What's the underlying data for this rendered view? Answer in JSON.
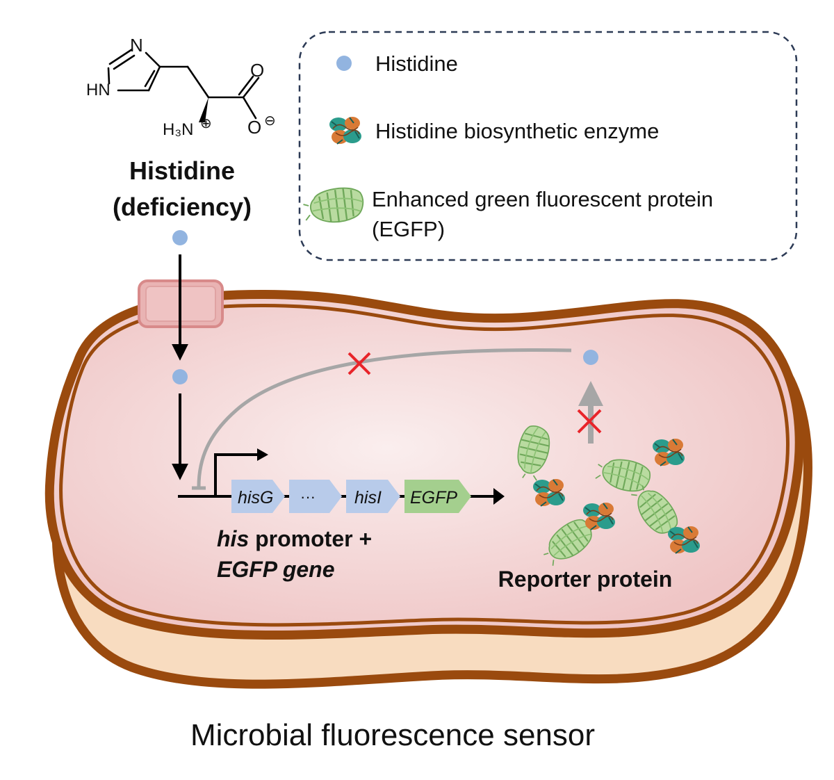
{
  "molecule": {
    "atoms": {
      "n_top": "N",
      "hn": "HN",
      "o_top": "O",
      "h3n": "H₃N",
      "plus": "⊕",
      "o_minus": "O",
      "minus": "⊖"
    },
    "name": "Histidine",
    "note": "(deficiency)"
  },
  "legend": {
    "items": [
      {
        "label": "Histidine",
        "icon": "histidine-dot-icon",
        "color": "#92b4e0"
      },
      {
        "label": "Histidine biosynthetic enzyme",
        "icon": "enzyme-icon"
      },
      {
        "label": "Enhanced green fluorescent protein",
        "label2": "(EGFP)",
        "icon": "egfp-icon"
      }
    ]
  },
  "genes": {
    "hisG": "hisG",
    "ellipsis": "···",
    "hisI": "hisI",
    "egfp": "EGFP"
  },
  "labels": {
    "promoter_italic": "his",
    "promoter_rest": " promoter +",
    "egfp_gene": "EGFP gene",
    "reporter": "Reporter protein",
    "caption": "Microbial fluorescence sensor"
  },
  "colors": {
    "cell_wall": "#9a4a0e",
    "cytoplasm": "#f1cfcf",
    "histidine": "#92b4e0",
    "gene_blue": "#b8cbea",
    "gene_green": "#a4cf8e",
    "inhibit": "#e8242a",
    "feedback_gray": "#a6a6a6",
    "transporter": "#e9b3b3"
  }
}
